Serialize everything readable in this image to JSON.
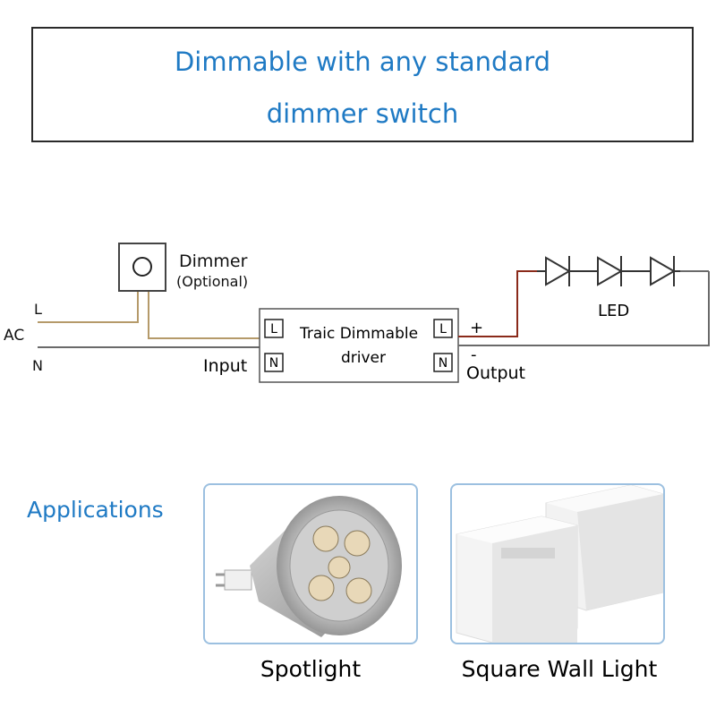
{
  "banner": {
    "line1": "Dimmable with any standard",
    "line2": "dimmer switch"
  },
  "diagram": {
    "ac_label": "AC",
    "l_label": "L",
    "n_label": "N",
    "dimmer_label": "Dimmer",
    "dimmer_sub": "(Optional)",
    "input_label": "Input",
    "driver_line1": "Traic Dimmable",
    "driver_line2": "driver",
    "terminal_l": "L",
    "terminal_n": "N",
    "plus_label": "+",
    "minus_label": "-",
    "output_label": "Output",
    "led_label": "LED",
    "colors": {
      "live_wire": "#b59a6a",
      "neutral_wire": "#6a6a6a",
      "positive_wire": "#8a2a1a"
    }
  },
  "applications": {
    "label": "Applications",
    "items": [
      {
        "caption": "Spotlight",
        "image": "mr16-led-spotlight-photo"
      },
      {
        "caption": "Square Wall Light",
        "image": "square-wall-light-photo"
      }
    ]
  }
}
